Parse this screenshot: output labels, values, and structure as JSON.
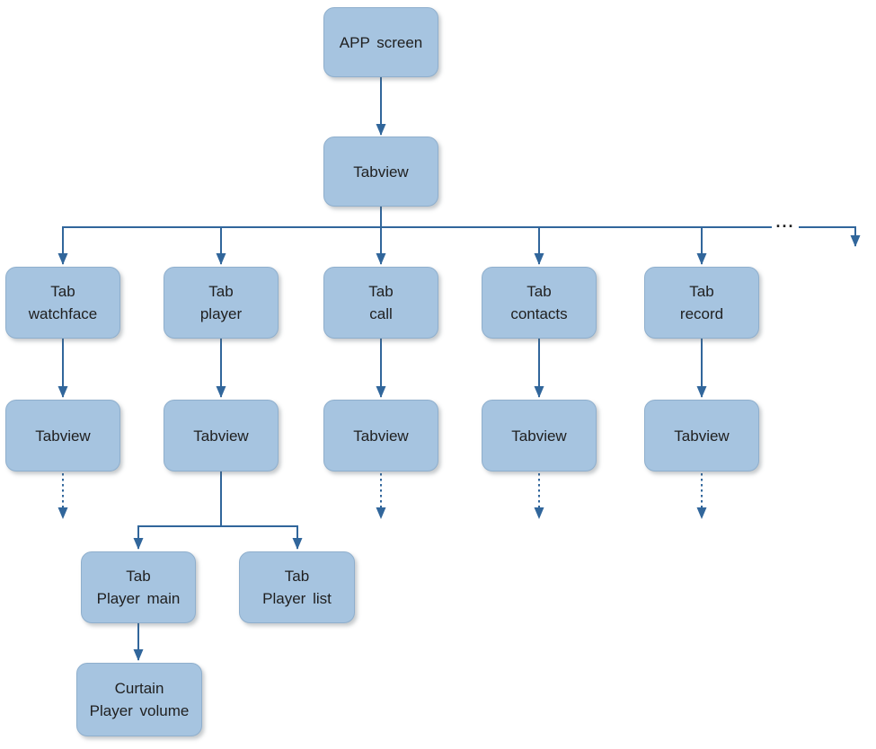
{
  "diagram": {
    "type": "flowchart",
    "nodes": {
      "app_screen": "APP screen",
      "tabview_root": "Tabview",
      "tab_watchface": "Tab\nwatchface",
      "tab_player": "Tab\nplayer",
      "tab_call": "Tab\ncall",
      "tab_contacts": "Tab\ncontacts",
      "tab_record": "Tab\nrecord",
      "tabview_watchface": "Tabview",
      "tabview_player": "Tabview",
      "tabview_call": "Tabview",
      "tabview_contacts": "Tabview",
      "tabview_record": "Tabview",
      "tab_player_main": "Tab\nPlayer main",
      "tab_player_list": "Tab\nPlayer list",
      "curtain_player_volume": "Curtain\nPlayer volume"
    },
    "ellipsis": "...",
    "edges": [
      {
        "from": "app_screen",
        "to": "tabview_root",
        "style": "solid-arrow"
      },
      {
        "from": "tabview_root",
        "to": "tab_watchface",
        "style": "solid-arrow"
      },
      {
        "from": "tabview_root",
        "to": "tab_player",
        "style": "solid-arrow"
      },
      {
        "from": "tabview_root",
        "to": "tab_call",
        "style": "solid-arrow"
      },
      {
        "from": "tabview_root",
        "to": "tab_contacts",
        "style": "solid-arrow"
      },
      {
        "from": "tabview_root",
        "to": "tab_record",
        "style": "solid-arrow"
      },
      {
        "from": "tabview_root",
        "to": "more-tabs-offscreen",
        "style": "solid-arrow",
        "label": "..."
      },
      {
        "from": "tab_watchface",
        "to": "tabview_watchface",
        "style": "solid-arrow"
      },
      {
        "from": "tab_player",
        "to": "tabview_player",
        "style": "solid-arrow"
      },
      {
        "from": "tab_call",
        "to": "tabview_call",
        "style": "solid-arrow"
      },
      {
        "from": "tab_contacts",
        "to": "tabview_contacts",
        "style": "solid-arrow"
      },
      {
        "from": "tab_record",
        "to": "tabview_record",
        "style": "solid-arrow"
      },
      {
        "from": "tabview_watchface",
        "to": "continues",
        "style": "dotted-arrow"
      },
      {
        "from": "tabview_call",
        "to": "continues",
        "style": "dotted-arrow"
      },
      {
        "from": "tabview_contacts",
        "to": "continues",
        "style": "dotted-arrow"
      },
      {
        "from": "tabview_record",
        "to": "continues",
        "style": "dotted-arrow"
      },
      {
        "from": "tabview_player",
        "to": "tab_player_main",
        "style": "solid-arrow"
      },
      {
        "from": "tabview_player",
        "to": "tab_player_list",
        "style": "solid-arrow"
      },
      {
        "from": "tab_player_main",
        "to": "curtain_player_volume",
        "style": "solid-arrow"
      }
    ],
    "colors": {
      "node_fill": "#a6c4e0",
      "node_border": "#8fafcd",
      "connector": "#31669b",
      "text": "#1f1f1f",
      "background": "#ffffff"
    }
  }
}
